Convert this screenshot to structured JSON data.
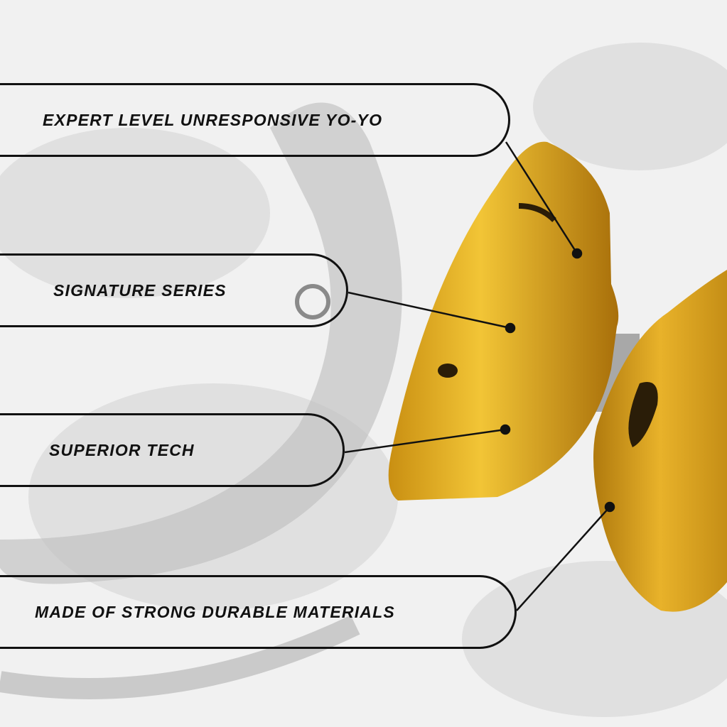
{
  "callouts": [
    {
      "label": "EXPERT LEVEL UNRESPONSIVE YO-YO"
    },
    {
      "label": "SIGNATURE SERIES"
    },
    {
      "label": "SUPERIOR TECH"
    },
    {
      "label": "MADE OF STRONG DURABLE MATERIALS"
    }
  ],
  "colors": {
    "gold": "#d9a21a",
    "gold_dark": "#a9740c",
    "outline": "#111111",
    "background": "#f1f1f1"
  }
}
